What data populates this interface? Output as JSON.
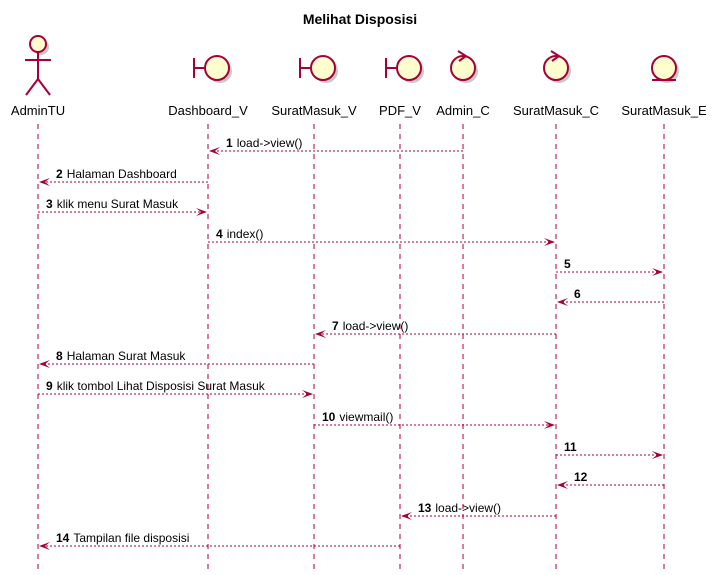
{
  "title": "Melihat Disposisi",
  "colors": {
    "line": "#a80036",
    "icon_fill": "#fefece",
    "shadow": "#c8c8c8"
  },
  "participants": [
    {
      "id": "p0",
      "label": "AdminTU",
      "kind": "actor"
    },
    {
      "id": "p1",
      "label": "Dashboard_V",
      "kind": "boundary"
    },
    {
      "id": "p2",
      "label": "SuratMasuk_V",
      "kind": "boundary"
    },
    {
      "id": "p3",
      "label": "PDF_V",
      "kind": "boundary"
    },
    {
      "id": "p4",
      "label": "Admin_C",
      "kind": "control"
    },
    {
      "id": "p5",
      "label": "SuratMasuk_C",
      "kind": "control"
    },
    {
      "id": "p6",
      "label": "SuratMasuk_E",
      "kind": "entity"
    }
  ],
  "messages": [
    {
      "num": "1",
      "text": "load->view()",
      "from": 4,
      "to": 1
    },
    {
      "num": "2",
      "text": "Halaman Dashboard",
      "from": 1,
      "to": 0
    },
    {
      "num": "3",
      "text": "klik menu Surat Masuk",
      "from": 0,
      "to": 1
    },
    {
      "num": "4",
      "text": "index()",
      "from": 1,
      "to": 5
    },
    {
      "num": "5",
      "text": "",
      "from": 5,
      "to": 6
    },
    {
      "num": "6",
      "text": "",
      "from": 6,
      "to": 5
    },
    {
      "num": "7",
      "text": "load->view()",
      "from": 5,
      "to": 2
    },
    {
      "num": "8",
      "text": "Halaman Surat Masuk",
      "from": 2,
      "to": 0
    },
    {
      "num": "9",
      "text": "klik tombol Lihat Disposisi Surat Masuk",
      "from": 0,
      "to": 2
    },
    {
      "num": "10",
      "text": "viewmail()",
      "from": 2,
      "to": 5
    },
    {
      "num": "11",
      "text": "",
      "from": 5,
      "to": 6
    },
    {
      "num": "12",
      "text": "",
      "from": 6,
      "to": 5
    },
    {
      "num": "13",
      "text": "load->view()",
      "from": 5,
      "to": 3
    },
    {
      "num": "14",
      "text": "Tampilan file disposisi",
      "from": 3,
      "to": 0
    }
  ]
}
